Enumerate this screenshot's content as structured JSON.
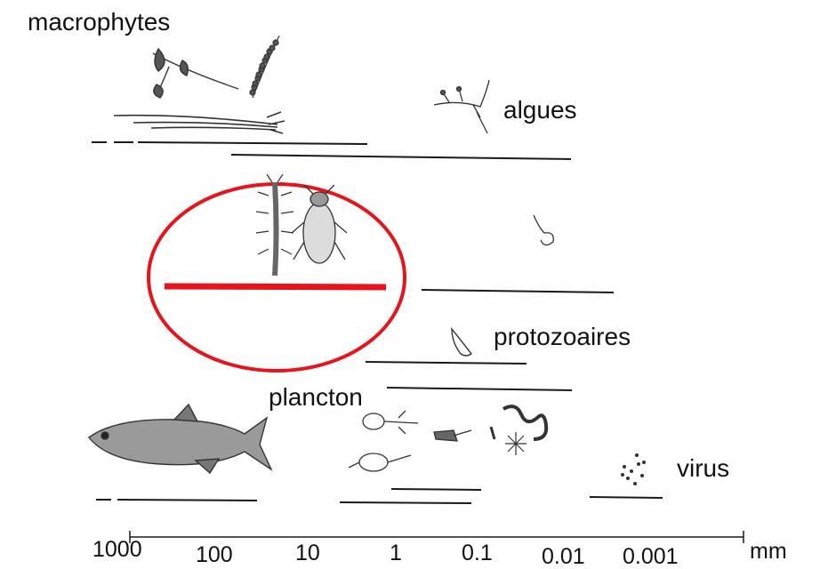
{
  "labels": {
    "macrophytes": "macrophytes",
    "algues": "algues",
    "protozoaires": "protozoaires",
    "plancton": "plancton",
    "virus": "virus"
  },
  "axis": {
    "ticks": [
      "1000",
      "100",
      "10",
      "1",
      "0.1",
      "0.01",
      "0.001"
    ],
    "unit": "mm"
  },
  "colors": {
    "highlight": "#e8141b",
    "ink": "#1a1a1a"
  },
  "icons": [
    "aquatic-plant-icon",
    "fern-icon",
    "grass-icon",
    "algae-icon",
    "insect-larva-icon",
    "beetle-icon",
    "protozoan-icon",
    "diatom-icon",
    "fish-icon",
    "copepod-icon",
    "rotifer-icon",
    "daphnia-icon",
    "spiral-filament-icon",
    "star-alga-icon",
    "virus-particles-icon"
  ]
}
